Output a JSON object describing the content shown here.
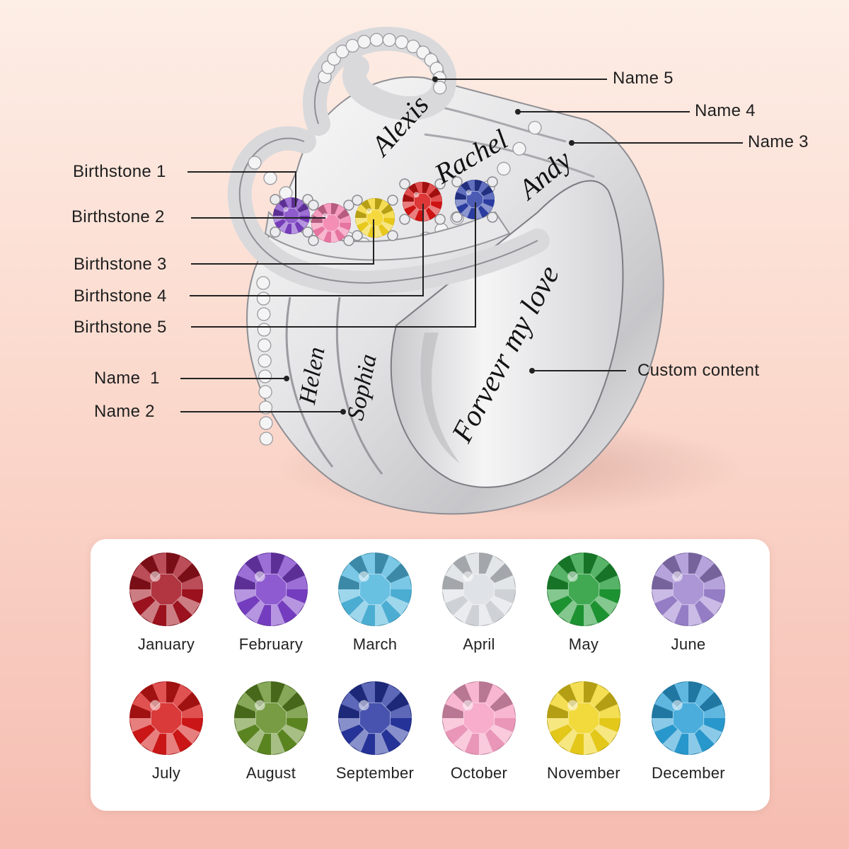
{
  "callouts": {
    "name5": "Name 5",
    "name4": "Name 4",
    "name3": "Name 3",
    "birthstone1": "Birthstone 1",
    "birthstone2": "Birthstone 2",
    "birthstone3": "Birthstone 3",
    "birthstone4": "Birthstone 4",
    "birthstone5": "Birthstone 5",
    "name1": "Name  1",
    "name2": "Name 2",
    "custom": "Custom content"
  },
  "engravings": {
    "alexis": "Alexis",
    "rachel": "Rachel",
    "andy": "Andy",
    "helen": "Helen",
    "sophia": "Sophia",
    "inner": "Forvevr my love"
  },
  "ring_stones": [
    {
      "color": "#7b3fc4"
    },
    {
      "color": "#f27aa8"
    },
    {
      "color": "#f3d21c"
    },
    {
      "color": "#d81414"
    },
    {
      "color": "#2c3fa8"
    }
  ],
  "birthstones": [
    {
      "month": "January",
      "color": "#a3121f"
    },
    {
      "month": "February",
      "color": "#7a3fc8"
    },
    {
      "month": "March",
      "color": "#4fb6dd"
    },
    {
      "month": "April",
      "color": "#d9dde2"
    },
    {
      "month": "May",
      "color": "#1f9a34"
    },
    {
      "month": "June",
      "color": "#9d84cf"
    },
    {
      "month": "July",
      "color": "#d51717"
    },
    {
      "month": "August",
      "color": "#5f8b22"
    },
    {
      "month": "September",
      "color": "#2735a0"
    },
    {
      "month": "October",
      "color": "#f59ec2"
    },
    {
      "month": "November",
      "color": "#f0d31a"
    },
    {
      "month": "December",
      "color": "#2a9fd6"
    }
  ]
}
